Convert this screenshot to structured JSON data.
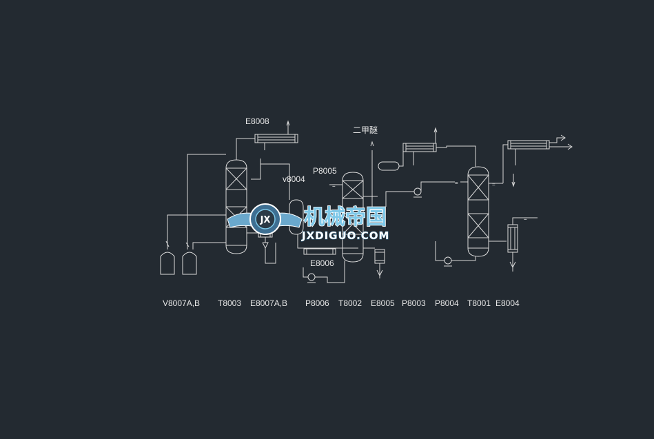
{
  "equipment_tags": {
    "e8008": "E8008",
    "dme": "二甲醚",
    "p8005": "P8005",
    "v8004": "v8004",
    "e8006": "E8006"
  },
  "bottom_labels": [
    "V8007A,B",
    "T8003",
    "E8007A,B",
    "P8006",
    "T8002",
    "E8005",
    "P8003",
    "P8004",
    "T8001",
    "E8004"
  ],
  "watermark": {
    "cn": "机械帝国",
    "en": "JXDIGUO.COM",
    "badge": "JX"
  },
  "colors": {
    "background": "#232a31",
    "line": "#d8d8d8",
    "watermark_fill": "#7ec8e8"
  }
}
